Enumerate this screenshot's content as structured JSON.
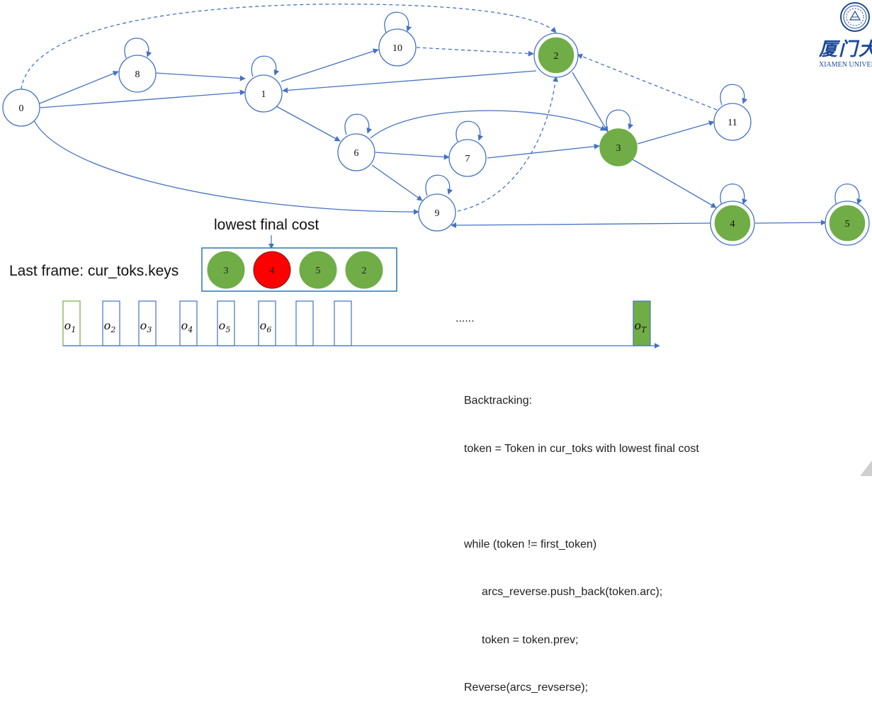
{
  "graph": {
    "states": [
      {
        "id": "0",
        "active": false
      },
      {
        "id": "1",
        "active": false
      },
      {
        "id": "2",
        "active": true
      },
      {
        "id": "3",
        "active": true
      },
      {
        "id": "4",
        "active": true
      },
      {
        "id": "5",
        "active": true
      },
      {
        "id": "6",
        "active": false
      },
      {
        "id": "7",
        "active": false
      },
      {
        "id": "8",
        "active": false
      },
      {
        "id": "9",
        "active": false
      },
      {
        "id": "10",
        "active": false
      },
      {
        "id": "11",
        "active": false
      }
    ],
    "final_states": [
      "2",
      "4",
      "5"
    ]
  },
  "token_box": {
    "frame_label": "Last frame: cur_toks.keys",
    "lowest_label": "lowest final cost",
    "tokens": [
      {
        "label": "3",
        "lowest": false
      },
      {
        "label": "4",
        "lowest": true
      },
      {
        "label": "5",
        "lowest": false
      },
      {
        "label": "2",
        "lowest": false
      }
    ]
  },
  "timeline": {
    "observations": [
      {
        "base": "o",
        "sub": "1"
      },
      {
        "base": "o",
        "sub": "2"
      },
      {
        "base": "o",
        "sub": "3"
      },
      {
        "base": "o",
        "sub": "4"
      },
      {
        "base": "o",
        "sub": "5"
      },
      {
        "base": "o",
        "sub": "6"
      },
      {
        "base": "",
        "sub": ""
      },
      {
        "base": "",
        "sub": ""
      }
    ],
    "ellipsis": "......",
    "last_obs": {
      "base": "o",
      "sub": "T"
    }
  },
  "backtracking": {
    "lines": [
      "Backtracking:",
      "token = Token in cur_toks with lowest final cost",
      "",
      "while (token != first_token)",
      "arcs_reverse.push_back(token.arc);",
      "token = token.prev;",
      "Reverse(arcs_revserse);"
    ]
  },
  "logo": {
    "name_cn": "厦门大",
    "name_en": "XIAMEN UNIVERSITY"
  },
  "colors": {
    "active_fill": "#70ad47",
    "lowest_fill": "#ff0000",
    "stroke": "#4472c4",
    "arrow": "#4472c4",
    "logo_blue": "#1b4a97"
  }
}
